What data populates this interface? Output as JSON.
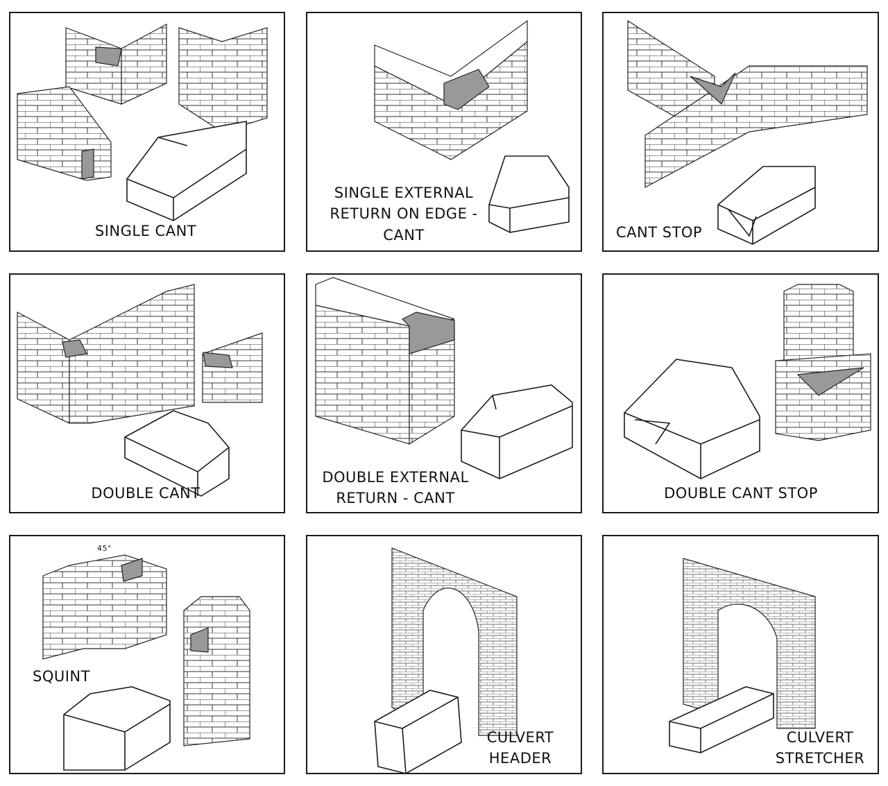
{
  "colors": {
    "line": "#1a1a1a",
    "highlight": "#9a9a9a",
    "background": "#ffffff"
  },
  "panels": [
    {
      "id": "single-cant",
      "label": [
        "SINGLE CANT"
      ]
    },
    {
      "id": "single-external-return-on-edge-cant",
      "label": [
        "SINGLE EXTERNAL",
        "RETURN ON EDGE -",
        "CANT"
      ]
    },
    {
      "id": "cant-stop",
      "label": [
        "CANT STOP"
      ]
    },
    {
      "id": "double-cant",
      "label": [
        "DOUBLE CANT"
      ]
    },
    {
      "id": "double-external-return-cant",
      "label": [
        "DOUBLE EXTERNAL",
        "RETURN - CANT"
      ]
    },
    {
      "id": "double-cant-stop",
      "label": [
        "DOUBLE CANT STOP"
      ]
    },
    {
      "id": "squint",
      "label": [
        "SQUINT"
      ],
      "angle": "45°"
    },
    {
      "id": "culvert-header",
      "label": [
        "CULVERT",
        "HEADER"
      ]
    },
    {
      "id": "culvert-stretcher",
      "label": [
        "CULVERT",
        "STRETCHER"
      ]
    }
  ]
}
